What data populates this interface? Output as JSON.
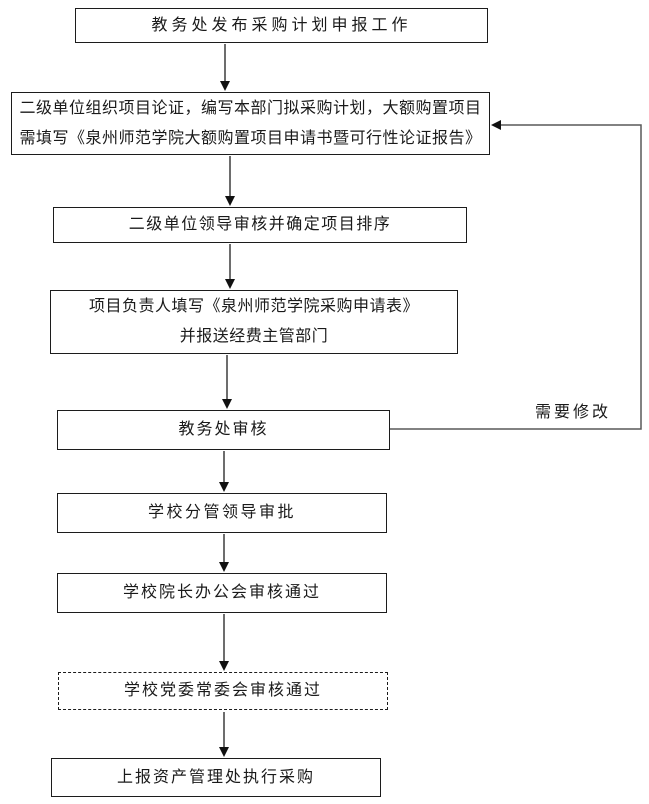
{
  "diagram": {
    "type": "flowchart",
    "direction": "top-down",
    "nodes": [
      {
        "label": "教务处发布采购计划申报工作",
        "shape": "rect-solid"
      },
      {
        "label": "二级单位组织项目论证，编写本部门拟采购计划，大额购置项目\n需填写《泉州师范学院大额购置项目申请书暨可行性论证报告》",
        "shape": "rect-solid"
      },
      {
        "label": "二级单位领导审核并确定项目排序",
        "shape": "rect-solid"
      },
      {
        "label": "项目负责人填写《泉州师范学院采购申请表》\n并报送经费主管部门",
        "shape": "rect-solid"
      },
      {
        "label": "教务处审核",
        "shape": "rect-solid"
      },
      {
        "label": "学校分管领导审批",
        "shape": "rect-solid"
      },
      {
        "label": "学校院长办公会审核通过",
        "shape": "rect-solid"
      },
      {
        "label": "学校党委常委会审核通过",
        "shape": "rect-dashed"
      },
      {
        "label": "上报资产管理处执行采购",
        "shape": "rect-solid"
      }
    ],
    "edges": [
      {
        "from": 0,
        "to": 1
      },
      {
        "from": 1,
        "to": 2
      },
      {
        "from": 2,
        "to": 3
      },
      {
        "from": 3,
        "to": 4
      },
      {
        "from": 4,
        "to": 5
      },
      {
        "from": 5,
        "to": 6
      },
      {
        "from": 6,
        "to": 7
      },
      {
        "from": 7,
        "to": 8
      }
    ],
    "feedback_edge": {
      "from": 4,
      "to": 1,
      "label": "需要修改"
    },
    "colors": {
      "background": "#ffffff",
      "node_border": "#1c1c1c",
      "text": "#1a1a1a",
      "connector": "#2e2e2e",
      "feedback_line": "#595959",
      "arrowhead": "#111111"
    }
  }
}
